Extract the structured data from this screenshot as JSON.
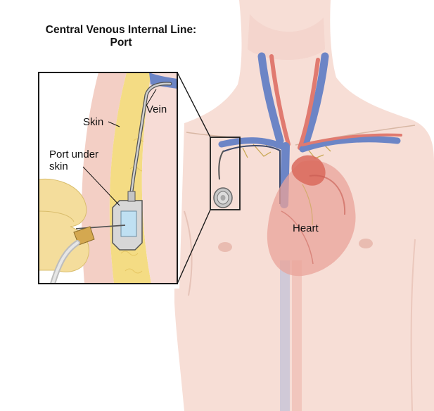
{
  "title": {
    "line1": "Central Venous Internal Line:",
    "line2": "Port"
  },
  "labels": {
    "vein": "Vein",
    "skin": "Skin",
    "port_line1": "Port under",
    "port_line2": "skin",
    "heart": "Heart"
  },
  "colors": {
    "skin": "#f6dcd4",
    "vein": "#5a74b8",
    "artery": "#d9685c",
    "fat": "#f4dc84",
    "heart": "#e48f86",
    "inset_border": "#1a1a1a"
  }
}
